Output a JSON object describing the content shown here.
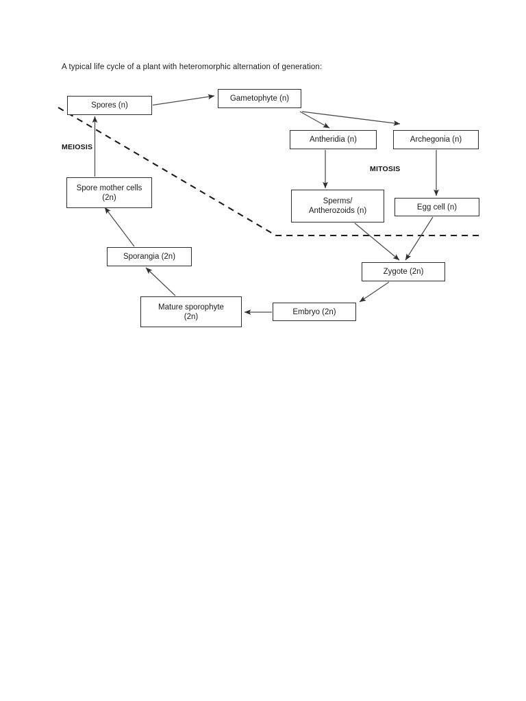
{
  "document": {
    "title": "A typical life cycle of a plant with heteromorphic alternation of generation:"
  },
  "diagram": {
    "type": "cycle-flowchart",
    "stage_labels": [
      {
        "id": "meiosis",
        "text": "MEIOSIS"
      },
      {
        "id": "mitosis",
        "text": "MITOSIS"
      }
    ],
    "nodes": [
      {
        "id": "spores",
        "label": "Spores (n)",
        "ploidy": "n"
      },
      {
        "id": "gametophyte",
        "label": "Gametophyte (n)",
        "ploidy": "n"
      },
      {
        "id": "antheridia",
        "label": "Antheridia (n)",
        "ploidy": "n"
      },
      {
        "id": "archegonia",
        "label": "Archegonia (n)",
        "ploidy": "n"
      },
      {
        "id": "sperms",
        "label": "Sperms/\nAntherozoids (n)",
        "ploidy": "n"
      },
      {
        "id": "eggcell",
        "label": "Egg cell (n)",
        "ploidy": "n"
      },
      {
        "id": "zygote",
        "label": "Zygote (2n)",
        "ploidy": "2n"
      },
      {
        "id": "embryo",
        "label": "Embryo (2n)",
        "ploidy": "2n"
      },
      {
        "id": "mature_sporophyte",
        "label": "Mature sporophyte\n(2n)",
        "ploidy": "2n"
      },
      {
        "id": "sporangia",
        "label": "Sporangia (2n)",
        "ploidy": "2n"
      },
      {
        "id": "spore_mother_cells",
        "label": "Spore mother cells\n(2n)",
        "ploidy": "2n"
      }
    ],
    "edges": [
      {
        "from": "spores",
        "to": "gametophyte"
      },
      {
        "from": "gametophyte",
        "to": "antheridia"
      },
      {
        "from": "gametophyte",
        "to": "archegonia"
      },
      {
        "from": "antheridia",
        "to": "sperms",
        "stage": "MITOSIS"
      },
      {
        "from": "archegonia",
        "to": "eggcell",
        "stage": "MITOSIS"
      },
      {
        "from": "sperms",
        "to": "zygote"
      },
      {
        "from": "eggcell",
        "to": "zygote"
      },
      {
        "from": "zygote",
        "to": "embryo"
      },
      {
        "from": "embryo",
        "to": "mature_sporophyte"
      },
      {
        "from": "mature_sporophyte",
        "to": "sporangia"
      },
      {
        "from": "sporangia",
        "to": "spore_mother_cells"
      },
      {
        "from": "spore_mother_cells",
        "to": "spores",
        "stage": "MEIOSIS"
      }
    ],
    "divider": {
      "id": "generation-divider",
      "style": "dashed"
    },
    "colors": {
      "box_border": "#2b2b2b",
      "arrow": "#444444",
      "dashed_line": "#1a1a1a",
      "text": "#1a1a1a",
      "background": "#ffffff"
    }
  }
}
